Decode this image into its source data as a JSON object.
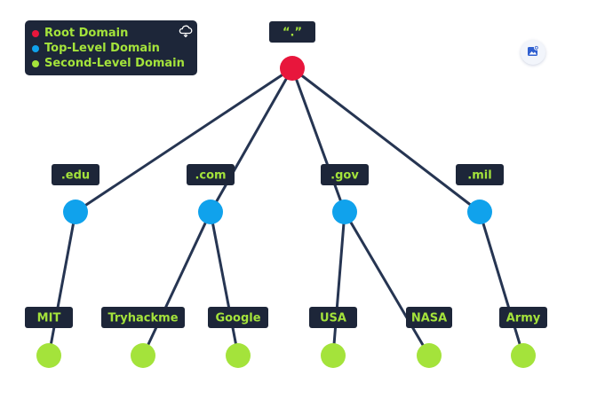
{
  "legend": {
    "items": [
      {
        "label": "Root Domain",
        "color": "#e8163c"
      },
      {
        "label": "Top-Level Domain",
        "color": "#10a2ec"
      },
      {
        "label": "Second-Level Domain",
        "color": "#a4e33b"
      }
    ],
    "icon": "cloud-sync-icon"
  },
  "toolbar": {
    "image_button_icon": "add-image-icon"
  },
  "colors": {
    "label_bg": "#1d2639",
    "label_text": "#a4e33b",
    "edge": "#263552",
    "root": "#e8163c",
    "tld": "#10a2ec",
    "sld": "#a4e33b"
  },
  "tree": {
    "root": {
      "label": "“.”"
    },
    "tlds": [
      {
        "label": ".edu",
        "children": [
          {
            "label": "MIT"
          }
        ]
      },
      {
        "label": ".com",
        "children": [
          {
            "label": "Tryhackme"
          },
          {
            "label": "Google"
          }
        ]
      },
      {
        "label": ".gov",
        "children": [
          {
            "label": "USA"
          },
          {
            "label": "NASA"
          }
        ]
      },
      {
        "label": ".mil",
        "children": [
          {
            "label": "Army"
          }
        ]
      }
    ]
  }
}
